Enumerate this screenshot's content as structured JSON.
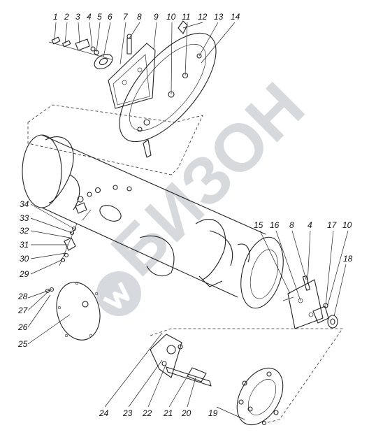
{
  "watermark": {
    "text": "БИЗОН",
    "color": "#cfd4d8"
  },
  "callouts": [
    {
      "id": "c1",
      "label": "1"
    },
    {
      "id": "c2",
      "label": "2"
    },
    {
      "id": "c3",
      "label": "3"
    },
    {
      "id": "c4",
      "label": "4"
    },
    {
      "id": "c5",
      "label": "5"
    },
    {
      "id": "c6",
      "label": "6"
    },
    {
      "id": "c7",
      "label": "7"
    },
    {
      "id": "c8",
      "label": "8"
    },
    {
      "id": "c9",
      "label": "9"
    },
    {
      "id": "c10",
      "label": "10"
    },
    {
      "id": "c11",
      "label": "11"
    },
    {
      "id": "c12",
      "label": "12"
    },
    {
      "id": "c13",
      "label": "13"
    },
    {
      "id": "c14",
      "label": "14"
    },
    {
      "id": "c15",
      "label": "15"
    },
    {
      "id": "c16",
      "label": "16"
    },
    {
      "id": "c8b",
      "label": "8"
    },
    {
      "id": "c4b",
      "label": "4"
    },
    {
      "id": "c17",
      "label": "17"
    },
    {
      "id": "c10b",
      "label": "10"
    },
    {
      "id": "c18",
      "label": "18"
    },
    {
      "id": "c19",
      "label": "19"
    },
    {
      "id": "c20",
      "label": "20"
    },
    {
      "id": "c21",
      "label": "21"
    },
    {
      "id": "c22",
      "label": "22"
    },
    {
      "id": "c23",
      "label": "23"
    },
    {
      "id": "c24",
      "label": "24"
    },
    {
      "id": "c25",
      "label": "25"
    },
    {
      "id": "c26",
      "label": "26"
    },
    {
      "id": "c27",
      "label": "27"
    },
    {
      "id": "c28",
      "label": "28"
    },
    {
      "id": "c29",
      "label": "29"
    },
    {
      "id": "c30",
      "label": "30"
    },
    {
      "id": "c31",
      "label": "31"
    },
    {
      "id": "c32",
      "label": "32"
    },
    {
      "id": "c33",
      "label": "33"
    },
    {
      "id": "c34",
      "label": "34"
    }
  ]
}
